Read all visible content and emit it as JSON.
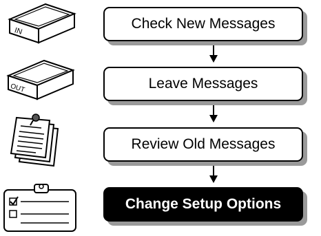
{
  "menu": {
    "items": [
      {
        "label": "Check New Messages",
        "icon": "inbox-tray-icon",
        "icon_text": "IN",
        "selected": false
      },
      {
        "label": "Leave Messages",
        "icon": "outbox-tray-icon",
        "icon_text": "OUT",
        "selected": false
      },
      {
        "label": "Review Old Messages",
        "icon": "pinned-papers-icon",
        "selected": false
      },
      {
        "label": "Change Setup Options",
        "icon": "clipboard-checklist-icon",
        "selected": true
      }
    ]
  },
  "colors": {
    "selected_bg": "#000000",
    "selected_fg": "#ffffff",
    "button_bg": "#ffffff",
    "shadow": "#9a9a9a"
  }
}
